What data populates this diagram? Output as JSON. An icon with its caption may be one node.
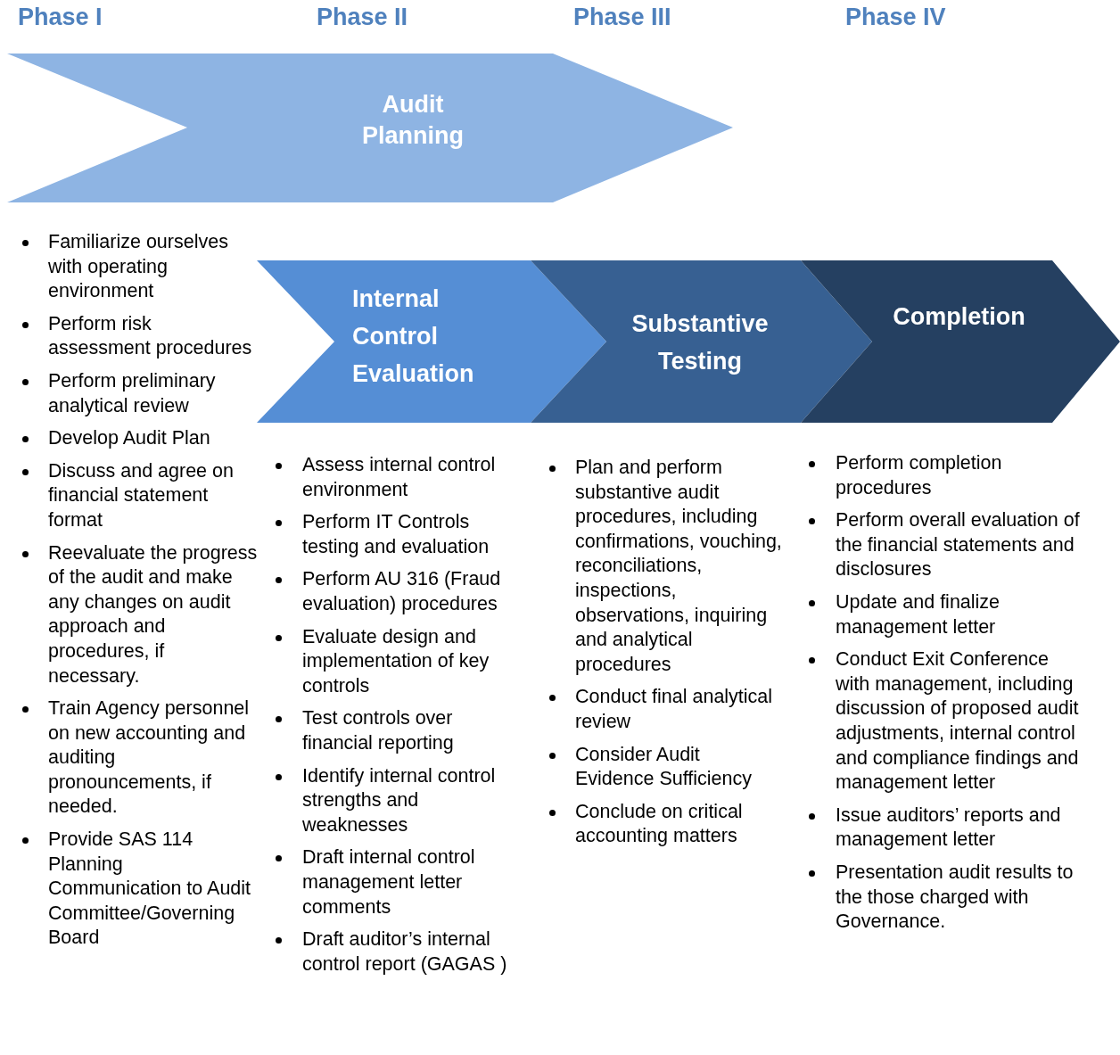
{
  "diagram": {
    "nodes": [
      {
        "text": [
          "Audit Planning"
        ],
        "beside": [
          "Familiarize ourselves with operating environment",
          "Perform risk assessment procedures",
          "Perform preliminary analytical review",
          "Develop Audit Plan",
          "Discuss and agree on financial statement format",
          "Reevaluate the progress of the audit and make any changes on audit approach and procedures, if necessary.",
          "Train Agency personnel on new accounting and auditing pronouncements, if needed.",
          "Provide SAS 114 Planning Communication to Audit Committee/Governing Board"
        ]
      },
      {
        "text": [
          "Internal Control Evaluation"
        ],
        "beside": [
          "Assess internal control environment",
          "Perform IT Controls testing and evaluation",
          "Perform AU 316 (Fraud evaluation) procedures",
          "Evaluate design and implementation of key controls",
          "Test controls over financial reporting",
          "Identify internal control strengths and weaknesses",
          "Draft internal control management letter comments",
          "Draft auditor’s internal control report (GAGAS )"
        ]
      },
      {
        "text": [
          "Substantive Testing"
        ],
        "beside": [
          "Plan and perform substantive audit procedures, including confirmations, vouching, reconciliations, inspections, observations, inquiring and analytical procedures",
          "Conduct  final analytical review",
          "Consider Audit Evidence Sufficiency",
          "Conclude on critical accounting matters"
        ]
      },
      {
        "text": [
          "Completion"
        ],
        "beside": [
          "Perform completion procedures",
          "Perform overall evaluation of the financial statements and disclosures",
          "Update and finalize management letter",
          "Conduct Exit Conference with management, including discussion of proposed audit adjustments, internal control and compliance findings  and management letter",
          "Issue auditors’ reports and management letter",
          "Presentation audit results to the those charged with Governance."
        ]
      }
    ],
    "labels": [
      "Phase I",
      "Phase II",
      "Phase III",
      "Phase IV"
    ]
  }
}
